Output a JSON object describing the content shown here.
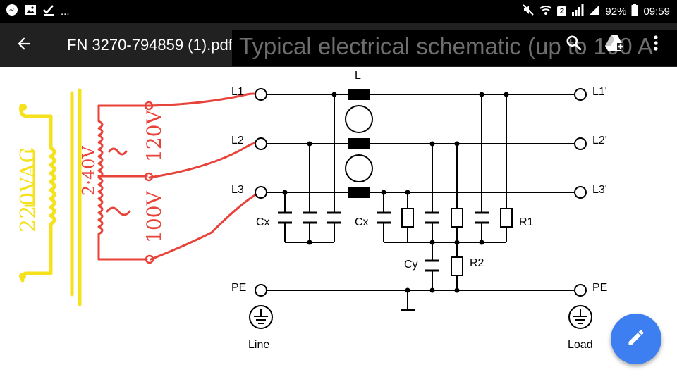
{
  "status_bar": {
    "ellipsis": "...",
    "sim_slot": "2",
    "battery": "92%",
    "time": "09:59"
  },
  "app_bar": {
    "title": "FN 3270-794859 (1).pdf",
    "back_icon": "arrow-left-icon",
    "search_icon": "search-icon",
    "drive_icon": "drive-add-icon",
    "overflow_icon": "more-vert-icon"
  },
  "document": {
    "heading_fragment": "Typical electrical schematic (up to 100 A",
    "schematic_labels": {
      "L": "L",
      "L1": "L1",
      "L2": "L2",
      "L3": "L3",
      "L1p": "L1'",
      "L2p": "L2'",
      "L3p": "L3'",
      "PE_left": "PE",
      "PE_right": "PE",
      "Cx_left": "Cx",
      "Cx_right": "Cx",
      "Cy": "Cy",
      "R1": "R1",
      "R2": "R2",
      "line": "Line",
      "load": "Load"
    },
    "handwritten": {
      "primary": "220VAC",
      "secondary_1": "120V",
      "secondary_2": "100V",
      "tap_note": "2·40V"
    }
  },
  "fab": {
    "icon": "pencil-icon"
  },
  "colors": {
    "status_bar_bg": "#000000",
    "app_bar_bg": "#212121",
    "fab_bg": "#3d7ff0",
    "ink_red": "#e8433a",
    "ink_yellow": "#f5e11c"
  }
}
